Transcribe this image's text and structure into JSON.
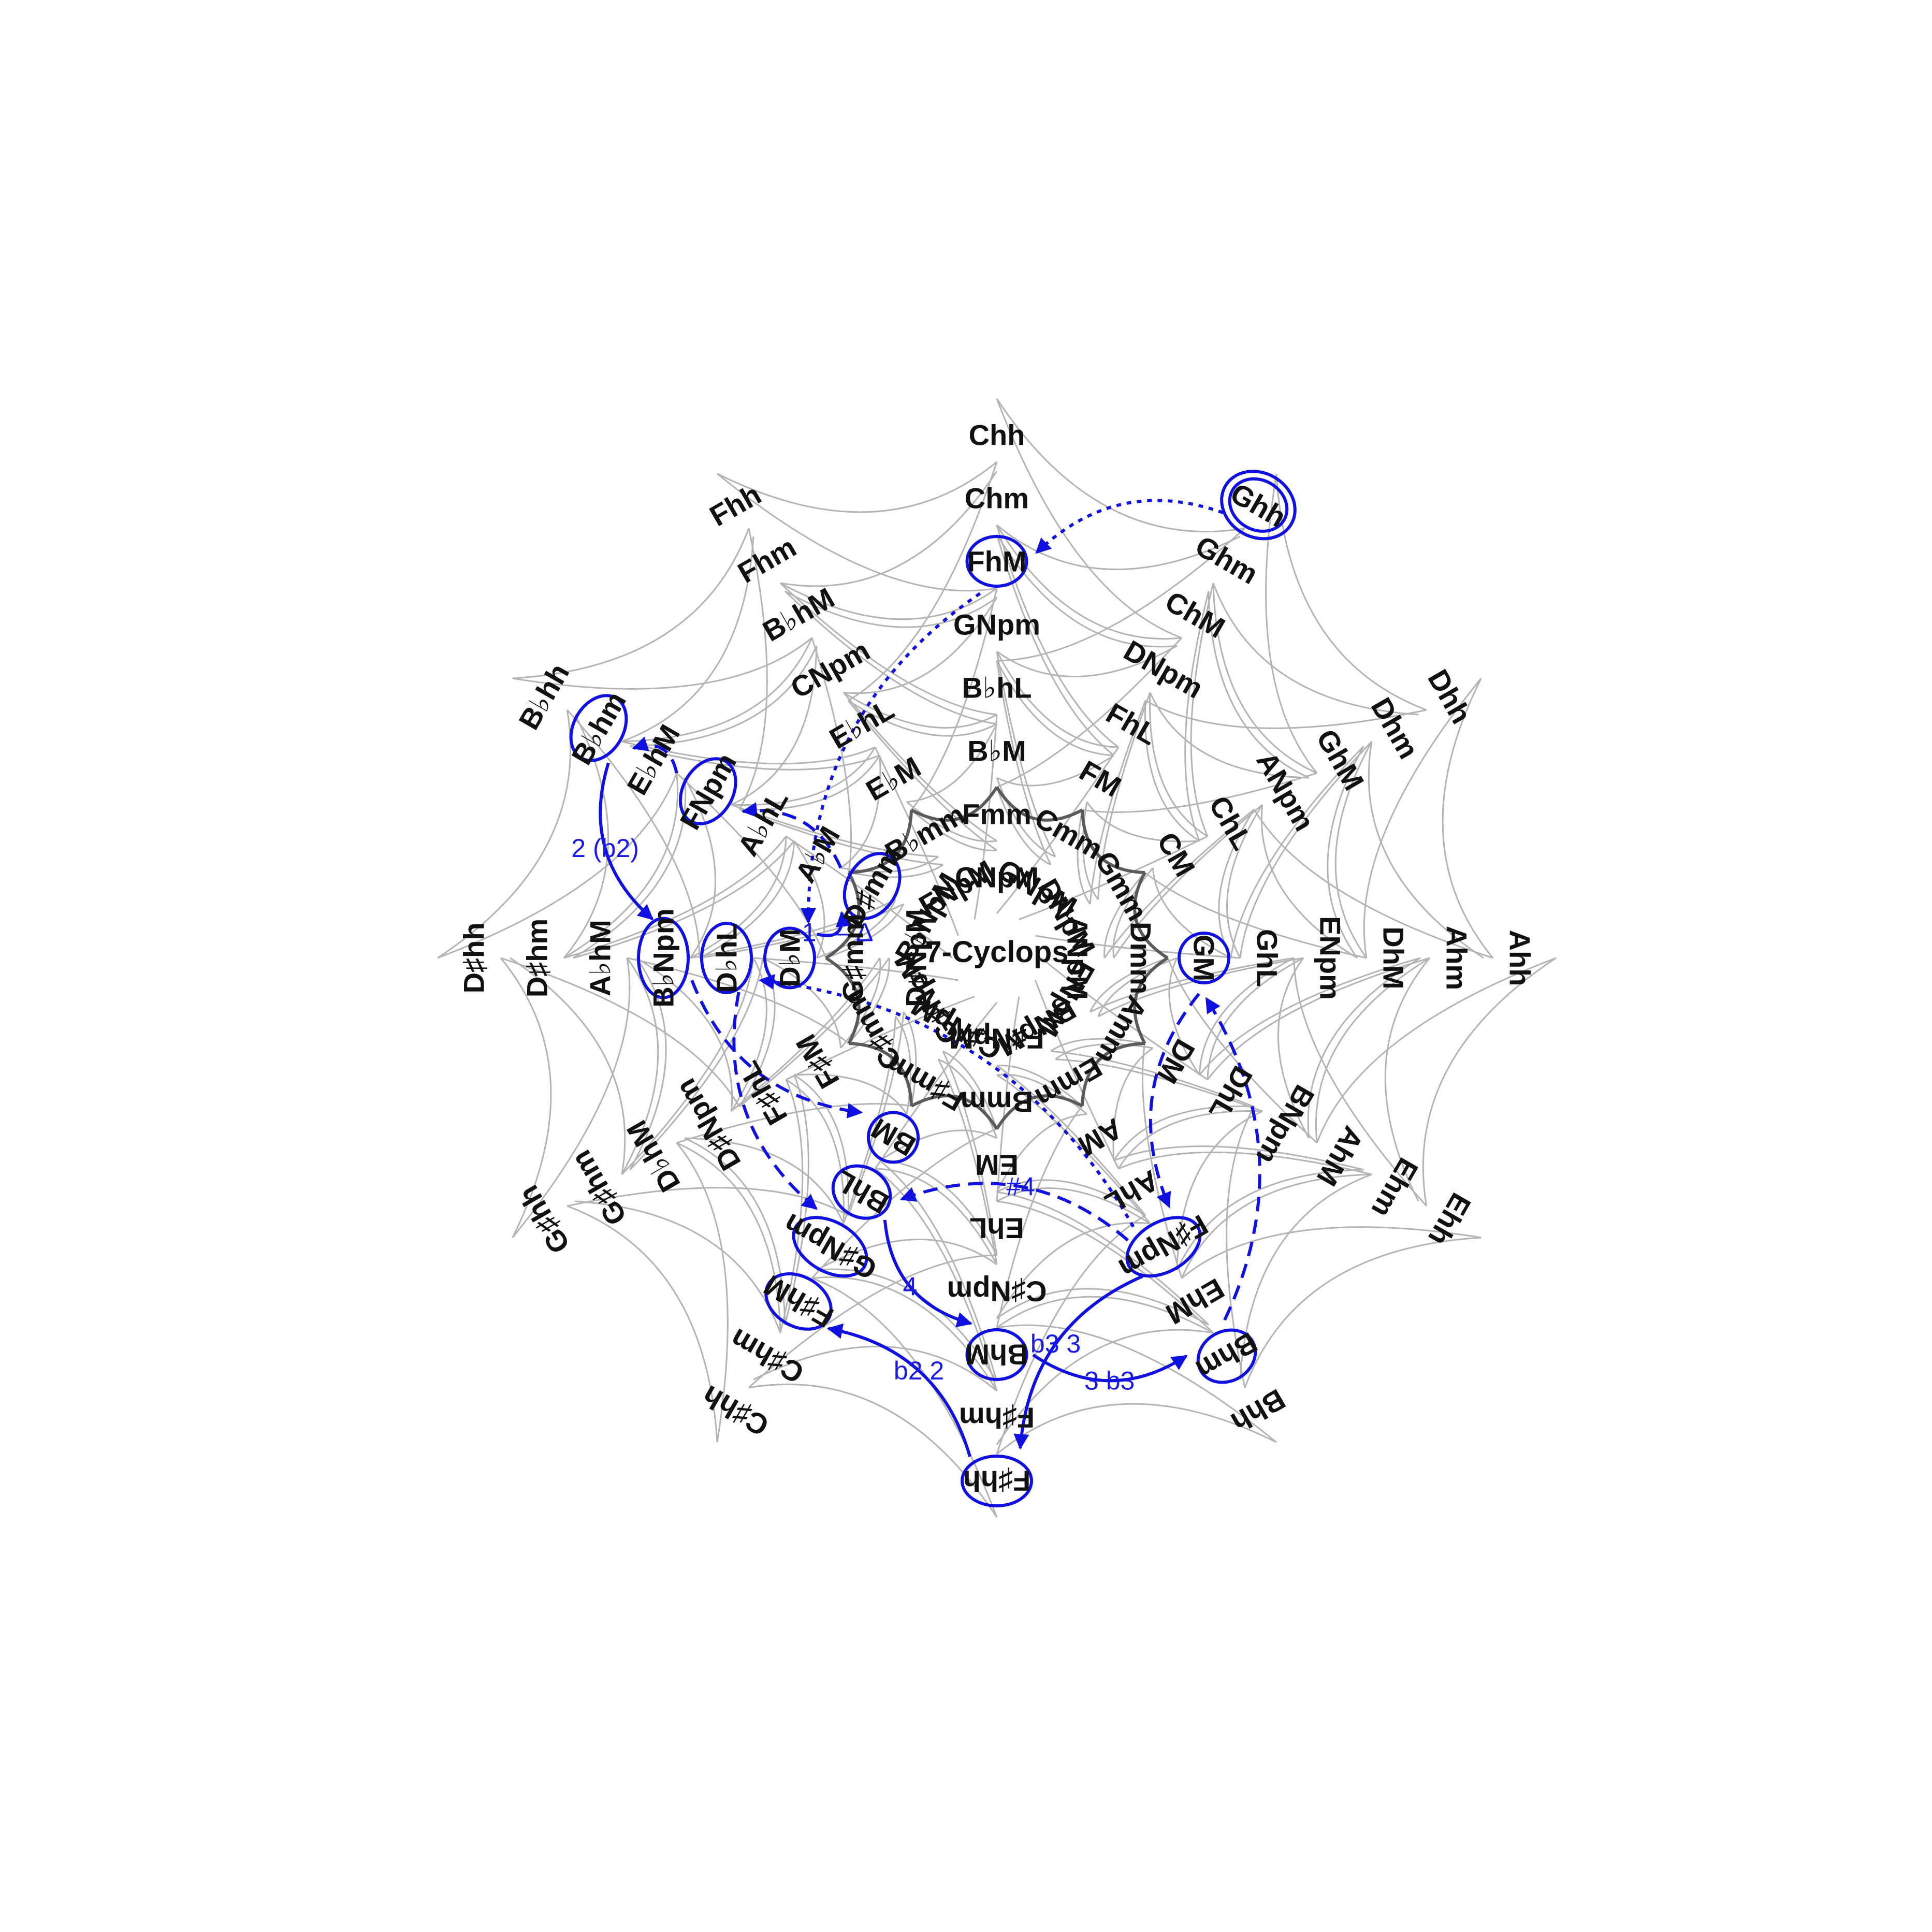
{
  "title": "7-Cyclops",
  "colors": {
    "accent": "#1010e0",
    "edge": "#b4b4b4",
    "edge_dark": "#5a5a5a",
    "label": "#111111"
  },
  "groups": [
    {
      "id": "top",
      "chords": [
        "Chh",
        "Chm",
        "FhM",
        "GNpm",
        "B♭hL",
        "B♭M",
        "Fmm",
        "CNpM"
      ],
      "highlight": [
        "FhM"
      ]
    },
    {
      "id": "top-right",
      "chords": [
        "Ghh",
        "Ghm",
        "ChM",
        "DNpm",
        "FhL",
        "FM",
        "Cmm",
        "GNpM"
      ],
      "highlight": [
        "Ghh"
      ],
      "double": [
        "Ghh"
      ]
    },
    {
      "id": "right-upper",
      "chords": [
        "Dhh",
        "Dhm",
        "GhM",
        "ANpm",
        "ChL",
        "CM",
        "Gmm",
        "DNpM"
      ],
      "highlight": []
    },
    {
      "id": "right",
      "chords": [
        "Ahh",
        "Ahm",
        "DhM",
        "ENpm",
        "GhL",
        "GM",
        "Dmm",
        "ANpM"
      ],
      "highlight": [
        "GM"
      ]
    },
    {
      "id": "right-lower",
      "chords": [
        "Ehh",
        "Ehm",
        "AhM",
        "BNpm",
        "DhL",
        "DM",
        "Amm",
        "ENpM"
      ],
      "highlight": []
    },
    {
      "id": "bottom-right",
      "chords": [
        "Bhh",
        "Bhm",
        "EhM",
        "F♯Npm",
        "AhL",
        "AM",
        "Emm",
        "BNpM"
      ],
      "highlight": [
        "Bhm",
        "F♯Npm"
      ]
    },
    {
      "id": "bottom",
      "chords": [
        "F♯hh",
        "F♯hm",
        "BhM",
        "C♯Npm",
        "EhL",
        "EM",
        "Bmm",
        "F♯NpM"
      ],
      "highlight": [
        "F♯hh",
        "BhM"
      ]
    },
    {
      "id": "bottom-left",
      "chords": [
        "C♯hh",
        "C♯hm",
        "F♯hM",
        "G♯Npm",
        "BhL",
        "BM",
        "F♯mm",
        "C♯NpM"
      ],
      "highlight": [
        "F♯hM",
        "G♯Npm",
        "BhL",
        "BM"
      ]
    },
    {
      "id": "left-lower",
      "chords": [
        "G♯hh",
        "G♯hm",
        "D♭hM",
        "D♯Npm",
        "F♯hL",
        "F♯M",
        "C♯mm",
        "G♯NpM"
      ],
      "highlight": []
    },
    {
      "id": "left",
      "chords": [
        "D♯hh",
        "D♯hm",
        "A♭hM",
        "B♭Npm",
        "D♭hL",
        "D♭M",
        "G♯mm",
        "D♯NpM"
      ],
      "highlight": [
        "B♭Npm",
        "D♭hL",
        "D♭M"
      ]
    },
    {
      "id": "left-upper",
      "chords": [
        "B♭hh",
        "B♭hm",
        "E♭hM",
        "FNpm",
        "A♭hL",
        "A♭M",
        "D♯mm",
        "B♭NpM"
      ],
      "highlight": [
        "B♭hm",
        "FNpm",
        "D♯mm"
      ]
    },
    {
      "id": "top-left",
      "chords": [
        "Fhh",
        "Fhm",
        "B♭hM",
        "CNpm",
        "E♭hL",
        "E♭M",
        "B♭mm",
        "FNpM"
      ],
      "highlight": []
    }
  ],
  "arrows": [
    {
      "from": "Ghh",
      "to": "FhM",
      "style": "dotted",
      "label": ""
    },
    {
      "from": "FhM",
      "to": "D♭M",
      "style": "dotted",
      "label": ""
    },
    {
      "from": "D♭M",
      "to": "D♯mm",
      "style": "solid",
      "label": "1 — ∆"
    },
    {
      "from": "D♯mm",
      "to": "FNpm",
      "style": "dashed",
      "label": ""
    },
    {
      "from": "FNpm",
      "to": "B♭hm",
      "style": "dashed",
      "label": ""
    },
    {
      "from": "B♭hm",
      "to": "B♭Npm",
      "style": "solid",
      "label": "2  (b2)"
    },
    {
      "from": "B♭Npm",
      "to": "BM",
      "style": "dashed",
      "label": ""
    },
    {
      "from": "D♭hL",
      "to": "G♯Npm",
      "style": "dashed",
      "label": ""
    },
    {
      "from": "F♯Npm",
      "to": "D♭hL",
      "style": "dotted",
      "label": ""
    },
    {
      "from": "GM",
      "to": "F♯Npm",
      "style": "dashed",
      "label": ""
    },
    {
      "from": "Bhm",
      "to": "GM",
      "style": "dashed",
      "label": ""
    },
    {
      "from": "F♯Npm",
      "to": "BhL",
      "style": "dashed",
      "label": "#4"
    },
    {
      "from": "BhL",
      "to": "BhM",
      "style": "solid",
      "label": "4"
    },
    {
      "from": "BhM",
      "to": "Bhm",
      "style": "solid",
      "label": "3    b3"
    },
    {
      "from": "F♯Npm",
      "to": "F♯hh",
      "style": "solid",
      "label": "b3    3"
    },
    {
      "from": "F♯hh",
      "to": "F♯hM",
      "style": "solid",
      "label": "b2    2"
    }
  ]
}
